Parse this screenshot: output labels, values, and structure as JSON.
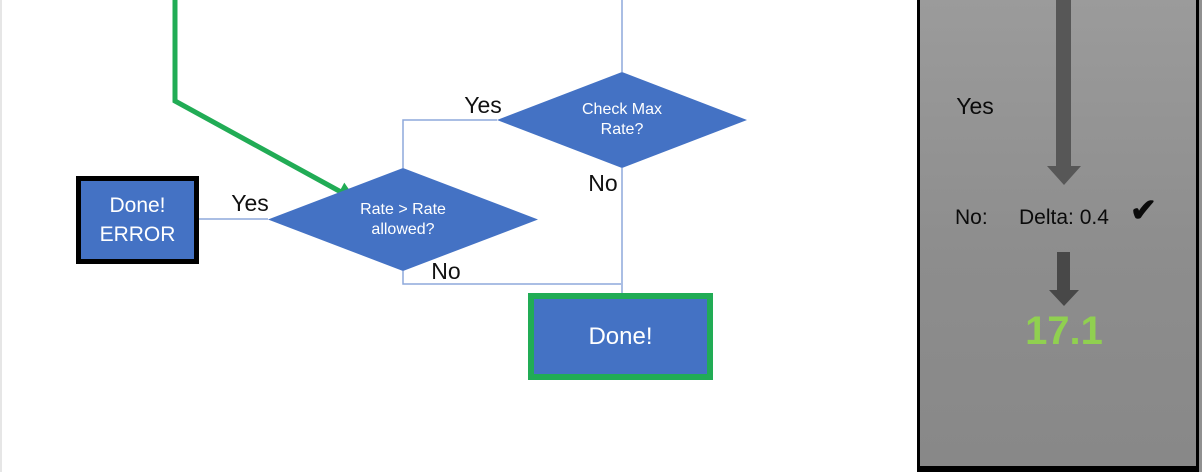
{
  "flowchart": {
    "check_max_decision": {
      "label": "Check Max Rate?",
      "yes_label": "Yes",
      "no_label": "No"
    },
    "rate_decision": {
      "label": "Rate > Rate allowed?",
      "yes_label": "Yes",
      "no_label": "No"
    },
    "done_error_box": {
      "text": "Done!\nERROR"
    },
    "done_box": {
      "label": "Done!"
    },
    "colors": {
      "shape_fill": "#4472c4",
      "connector_blue": "#8ea9db",
      "highlight_green": "#21ac55",
      "error_border": "#000000"
    }
  },
  "side_panel": {
    "yes_label": "Yes",
    "no_label": "No:",
    "delta_text": "Delta: 0.4",
    "check_icon": "✔",
    "result_value": "17.1",
    "colors": {
      "background_gray": "#919191",
      "arrow_gray": "#575757",
      "result_green": "#90d050"
    }
  }
}
